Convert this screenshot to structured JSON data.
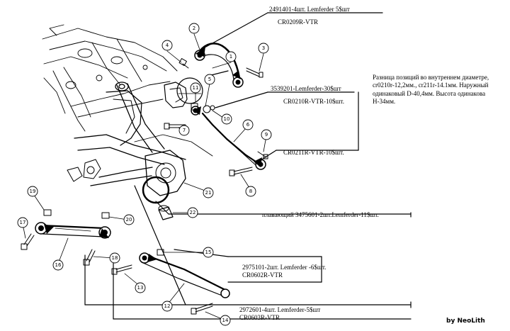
{
  "annotations": {
    "upper_arm_order": "2491401-4шт. Lemferder 5$шт",
    "upper_arm_code": "CR0209R-VTR",
    "note": "Разница позиций во внутреннем диаметре, cr0210r-12,2мм., cr211r-14.1мм. Наружный одинаковый D-40,4мм. Высота одинакова H-34мм.",
    "bushing_order": "3539201-Lemferder-30$шт",
    "bushing_code_1": "CR0210R-VTR-10$шт.",
    "bushing_code_2": "CR0211R-VTR-10$шт.",
    "floating_bushing": "плавающий 3475601-2шт.Lemferder-11$шт.",
    "link_order": "2975101-2шт. Lemferder -6$шт.",
    "link_code": "CR0602R-VTR",
    "lower_link_order": "2972601-4шт. Lemferder-5$шт",
    "lower_link_code": "CR0603R-VTR",
    "credit": "by NeoLith"
  },
  "callouts": [
    "1",
    "2",
    "3",
    "4",
    "5",
    "6",
    "7",
    "8",
    "9",
    "10",
    "11",
    "12",
    "13",
    "14",
    "15",
    "16",
    "17",
    "18",
    "19",
    "20",
    "21",
    "22"
  ]
}
